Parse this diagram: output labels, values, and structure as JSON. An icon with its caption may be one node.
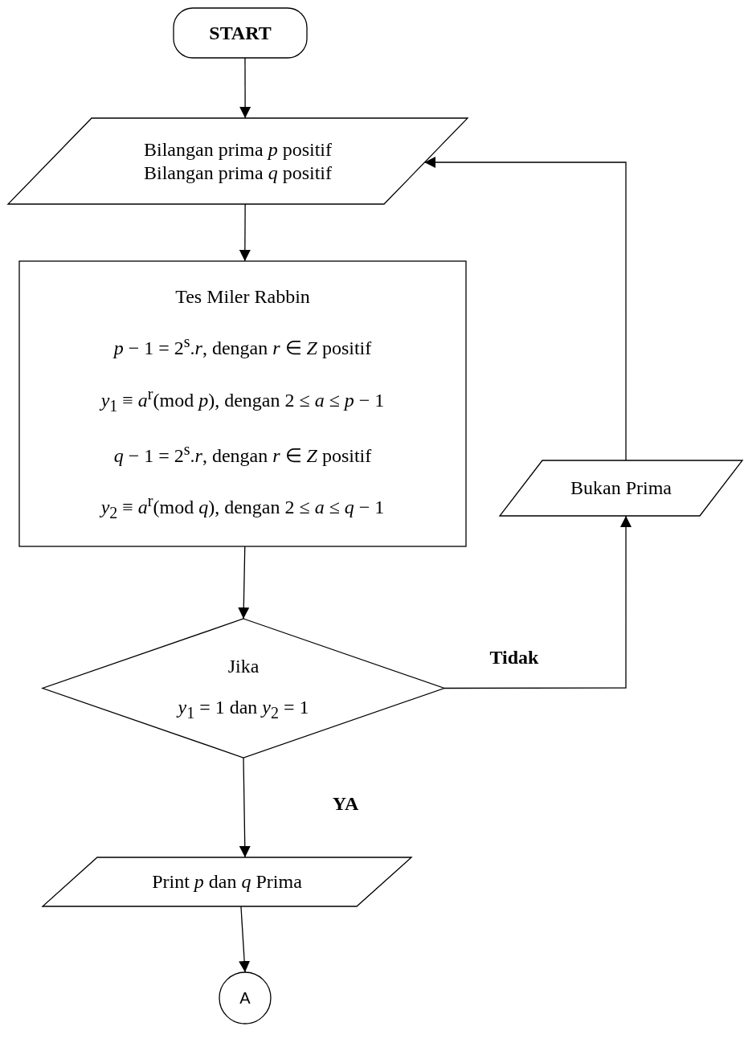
{
  "diagram": {
    "nodes": [
      {
        "text": [
          "START"
        ]
      },
      {
        "text": [
          "Bilangan prima *p* positif",
          "Bilangan prima *q* positif"
        ]
      },
      {
        "text": [
          "Tes Miler Rabbin",
          "*p* − 1 = 2$^{s}$.*r*, dengan *r* ∈ *Z* positif",
          "*y*$_{1}$ ≡ *a*$^{r}$(mod *p*), dengan 2 ≤ *a* ≤ *p* − 1",
          "*q* − 1 = 2$^{s}$.*r*, dengan *r* ∈ *Z* positif",
          "*y*$_{2}$ ≡ *a*$^{r}$(mod *q*), dengan 2 ≤ *a* ≤ *q* − 1"
        ]
      },
      {
        "text": [
          "Jika",
          "*y*$_{1}$ = 1 dan *y*$_{2}$ = 1"
        ]
      },
      {
        "text": [
          "Bukan Prima"
        ]
      },
      {
        "text": [
          "Print *p* dan *q* Prima"
        ]
      },
      {
        "text": [
          "A"
        ]
      }
    ],
    "edges": [
      {
        "from": 0,
        "to": 1,
        "arrow": "to"
      },
      {
        "from": 1,
        "to": 2,
        "arrow": "to"
      },
      {
        "from": 2,
        "to": 3,
        "arrow": "to"
      },
      {
        "from": 3,
        "to": 4,
        "arrow": "to",
        "label": "Tidak"
      },
      {
        "from": 4,
        "to": 1,
        "arrow": "to"
      },
      {
        "from": 3,
        "to": 5,
        "arrow": "to",
        "label": "YA"
      },
      {
        "from": 5,
        "to": 6,
        "arrow": "to"
      }
    ]
  }
}
